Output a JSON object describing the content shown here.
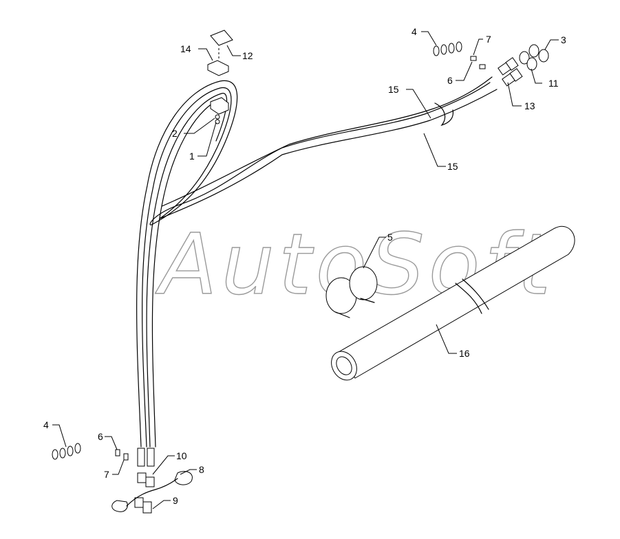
{
  "watermark": "AutoSoft",
  "callouts": {
    "c1": "1",
    "c2": "2",
    "c3": "3",
    "c4a": "4",
    "c4b": "4",
    "c5": "5",
    "c6a": "6",
    "c6b": "6",
    "c7a": "7",
    "c7b": "7",
    "c8": "8",
    "c9": "9",
    "c10": "10",
    "c11": "11",
    "c12": "12",
    "c13": "13",
    "c14": "14",
    "c15a": "15",
    "c15b": "15",
    "c16": "16"
  }
}
